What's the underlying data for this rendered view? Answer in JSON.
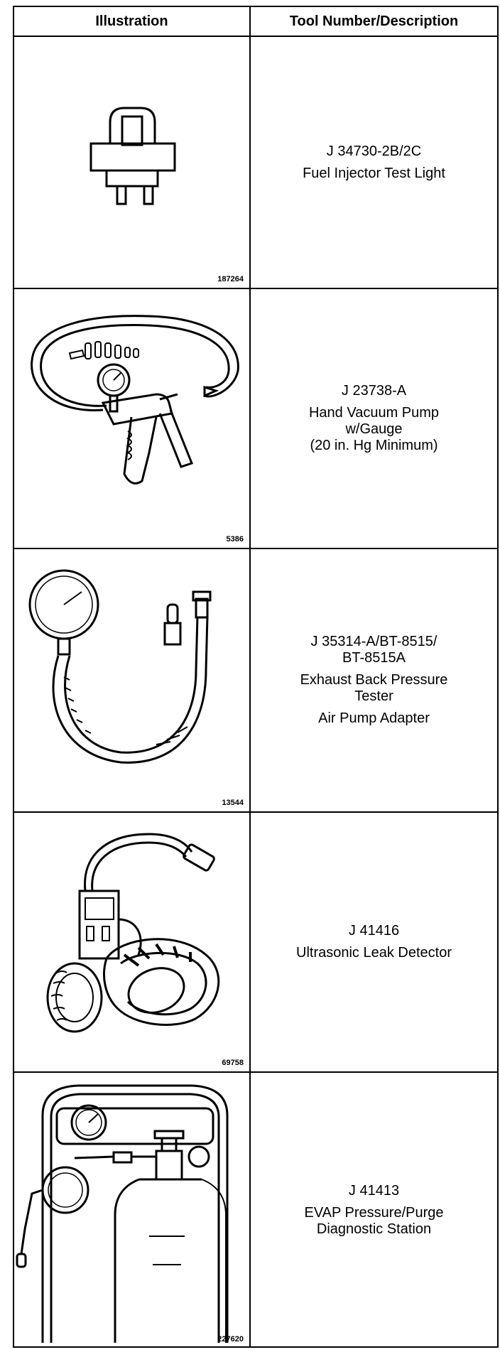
{
  "header": {
    "illustration": "Illustration",
    "tool": "Tool Number/Description"
  },
  "rows": [
    {
      "figure": "187264",
      "number": "J 34730-2B/2C",
      "lines": [
        "Fuel Injector Test Light"
      ]
    },
    {
      "figure": "5386",
      "number": "J 23738-A",
      "lines": [
        "Hand Vacuum Pump",
        "w/Gauge",
        "(20 in. Hg Minimum)"
      ]
    },
    {
      "figure": "13544",
      "number": "J 35314-A/BT-8515/",
      "number2": "BT-8515A",
      "lines": [
        "Exhaust Back Pressure",
        "Tester",
        "Air Pump Adapter"
      ]
    },
    {
      "figure": "69758",
      "number": "J 41416",
      "lines": [
        "Ultrasonic Leak Detector"
      ]
    },
    {
      "figure": "227620",
      "number": "J 41413",
      "lines": [
        "EVAP Pressure/Purge",
        "Diagnostic Station"
      ]
    }
  ]
}
